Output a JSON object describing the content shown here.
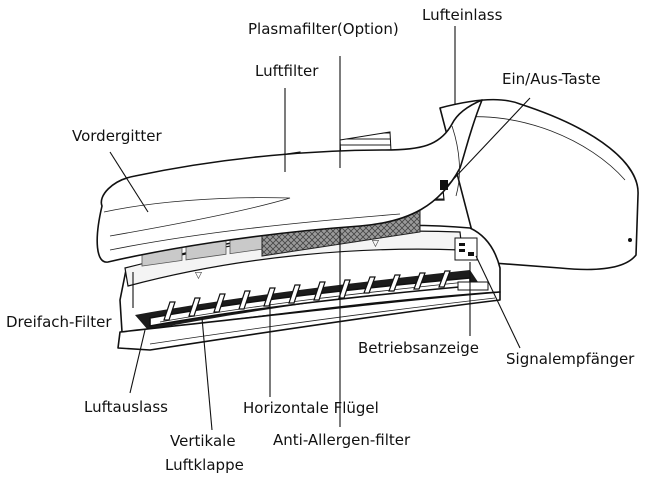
{
  "labels": {
    "plasmafilter": "Plasmafilter(Option)",
    "lufteinlass": "Lufteinlass",
    "luftfilter": "Luftfilter",
    "ein_aus_taste": "Ein/Aus-Taste",
    "vordergitter": "Vordergitter",
    "dreifach_filter": "Dreifach-Filter",
    "betriebsanzeige": "Betriebsanzeige",
    "signalempfaenger": "Signalempfänger",
    "luftauslass": "Luftauslass",
    "horizontale_fluegel": "Horizontale Flügel",
    "vertikale_luftklappe_1": "Vertikale",
    "vertikale_luftklappe_2": "Luftklappe",
    "anti_allergen_filter": "Anti-Allergen-filter"
  }
}
